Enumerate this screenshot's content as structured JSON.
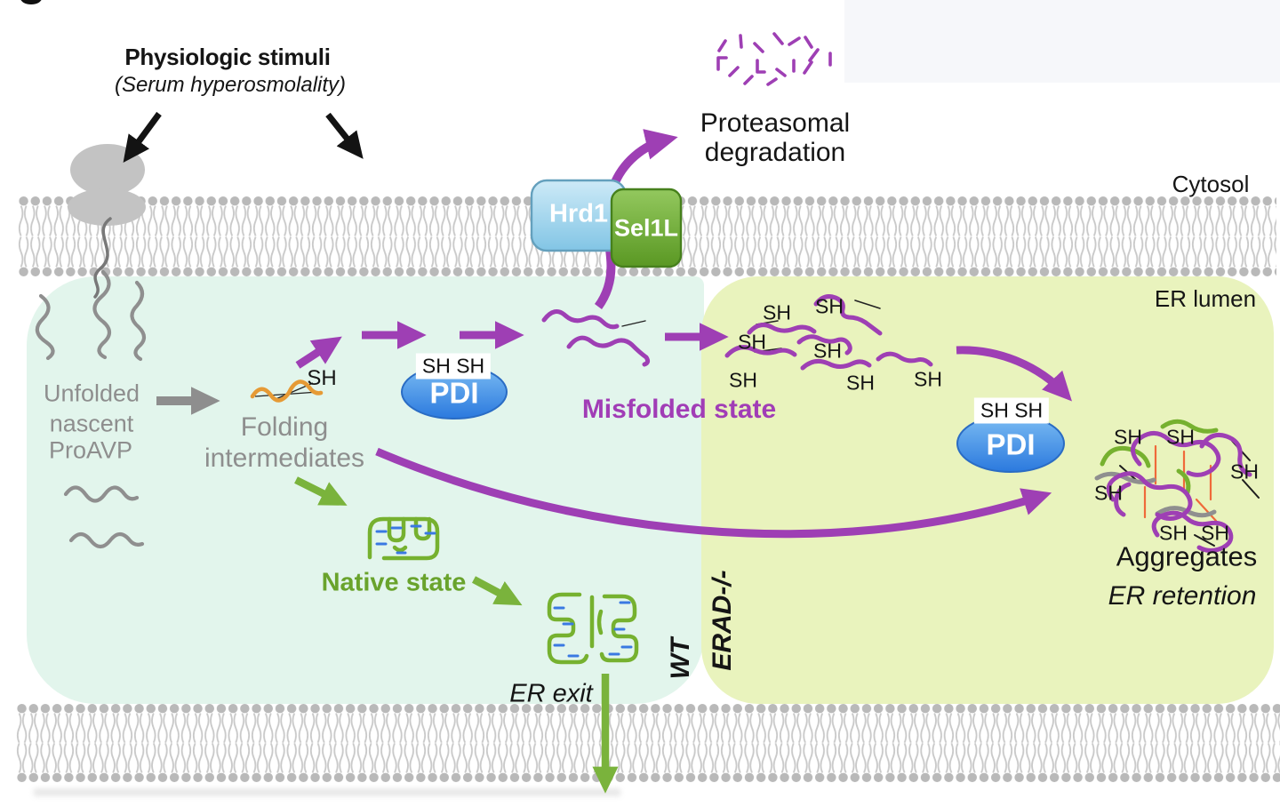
{
  "figure": {
    "stimuli_title": "Physiologic stimuli",
    "stimuli_subtitle": "(Serum hyperosmolality)",
    "degradation_line1": "Proteasomal",
    "degradation_line2": "degradation"
  },
  "compartments": {
    "cytosol": "Cytosol",
    "er_lumen": "ER lumen"
  },
  "complex": {
    "hrd1": "Hrd1",
    "sel1l": "Sel1L"
  },
  "chaperone": {
    "name": "PDI",
    "thiol_badge": "SH SH"
  },
  "states": {
    "unfolded_line1": "Unfolded",
    "unfolded_line2": "nascent",
    "unfolded_line3": "ProAVP",
    "folding_line1": "Folding",
    "folding_line2": "intermediates",
    "misfolded": "Misfolded state",
    "native": "Native state",
    "aggregates": "Aggregates",
    "er_retention": "ER retention",
    "er_exit": "ER exit"
  },
  "genotypes": {
    "wild_type": "WT",
    "erad_knockout": "ERAD-/-"
  },
  "thiol": "SH",
  "icons": {
    "ribosome": "ribosome-icon",
    "degradation_fragments": "peptide-fragments-icon",
    "membrane": "lipid-bilayer",
    "native_protein": "folded-protein-icon",
    "native_dimer": "folded-protein-dimer-icon",
    "aggregate": "protein-aggregate-icon"
  },
  "colors": {
    "purple_arrow": "#9e3fb4",
    "misfolded_text": "#a13db6",
    "green_arrow": "#7ab33c",
    "native_green": "#76b12f",
    "gray_text": "#8e8e8e",
    "orange_chain": "#e69a35",
    "pdi_blue_top": "#79bbf2",
    "pdi_blue_bottom": "#2e7ce0",
    "hrd1_blue": "#9fd3ec",
    "sel1l_green": "#6faa3a",
    "membrane_gray": "#b9b9b9",
    "wt_lumen_bg": "#e2f5ec",
    "erad_lumen_bg": "#e9f3bd",
    "cytosol_corner_bg": "#f6f7fa"
  }
}
